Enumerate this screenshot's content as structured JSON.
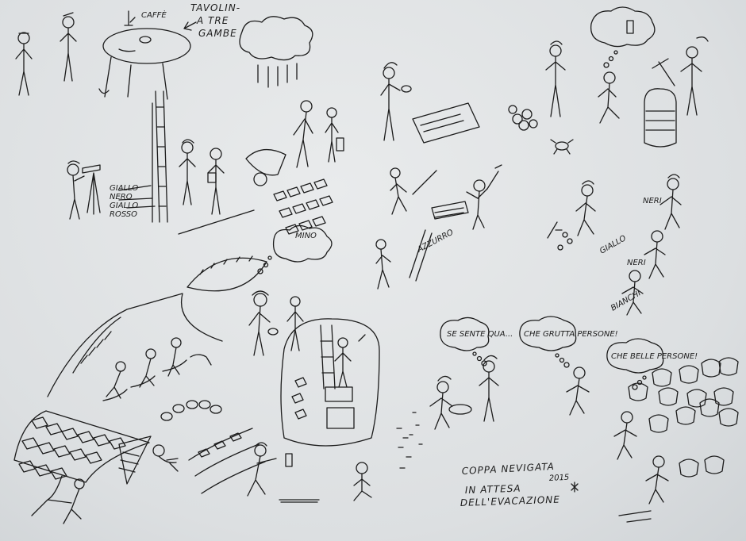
{
  "sketch": {
    "labels": {
      "caffe": "CAFFÈ",
      "tavolino_line1": "TAVOLIN-",
      "tavolino_line2": "A TRE",
      "tavolino_line3": "GAMBE",
      "giallo": "GIALLO",
      "nero": "NERO",
      "giallo_grey": "GIALLO",
      "rosso": "ROSSO",
      "azzurro": "AZZURRO",
      "mino": "MINO",
      "giallo_right": "GIALLO",
      "neri_1": "NERI",
      "neri_2": "NERI",
      "bianchi": "BIANCHI",
      "se_sente_qua": "SE SENTE QUA...",
      "che_grutta_persone": "CHE GRUTTA PERSONE!",
      "che_belle_persone": "CHE BELLE PERSONE!",
      "title_line1": "COPPA NEVIGATA",
      "title_year": "2015",
      "subtitle_line1": "IN ATTESA",
      "subtitle_line2": "DELL'EVACAZIONE"
    }
  }
}
